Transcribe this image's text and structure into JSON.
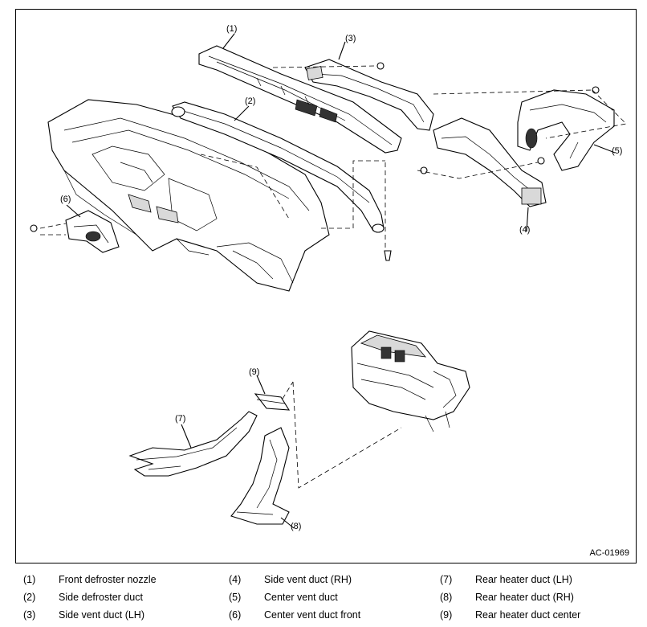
{
  "diagram": {
    "figure_code": "AC-01969",
    "callouts": [
      "(1)",
      "(2)",
      "(3)",
      "(4)",
      "(5)",
      "(6)",
      "(7)",
      "(8)",
      "(9)"
    ],
    "legend": [
      {
        "num": "(1)",
        "label": "Front defroster nozzle"
      },
      {
        "num": "(2)",
        "label": "Side defroster duct"
      },
      {
        "num": "(3)",
        "label": "Side vent duct (LH)"
      },
      {
        "num": "(4)",
        "label": "Side vent duct (RH)"
      },
      {
        "num": "(5)",
        "label": "Center vent duct"
      },
      {
        "num": "(6)",
        "label": "Center vent duct front"
      },
      {
        "num": "(7)",
        "label": "Rear heater duct (LH)"
      },
      {
        "num": "(8)",
        "label": "Rear heater duct (RH)"
      },
      {
        "num": "(9)",
        "label": "Rear heater duct center"
      }
    ]
  }
}
